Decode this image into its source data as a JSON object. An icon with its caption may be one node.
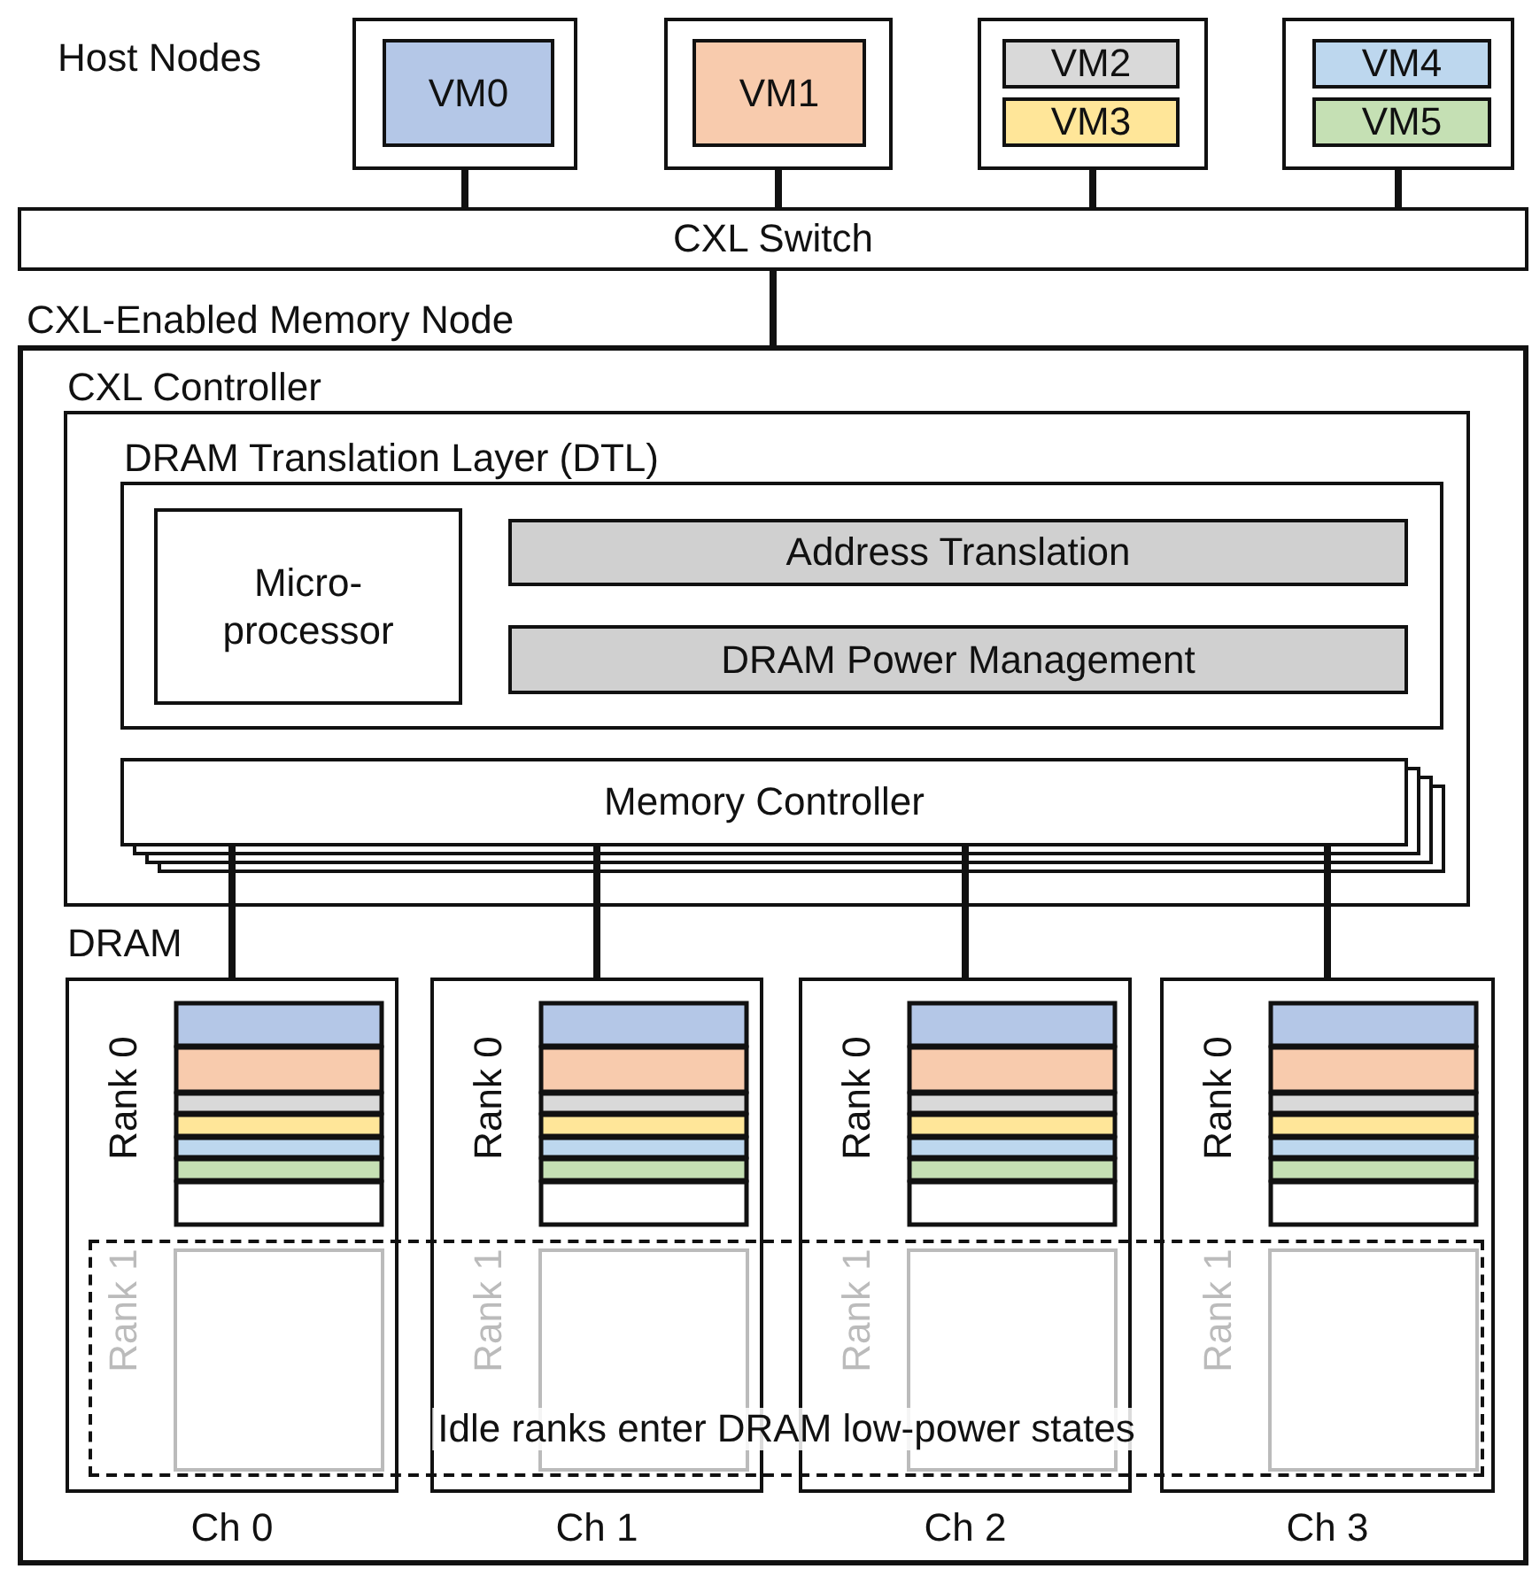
{
  "diagram": {
    "nodes": [
      {
        "text": [],
        "shape": "box"
      },
      {
        "text": [
          "VM0"
        ],
        "in": 0
      },
      {
        "text": [],
        "shape": "box"
      },
      {
        "text": [
          "VM1"
        ],
        "in": 2
      },
      {
        "text": [],
        "shape": "box"
      },
      {
        "text": [
          "VM2"
        ],
        "in": 4
      },
      {
        "text": [
          "VM3"
        ],
        "in": 4
      },
      {
        "text": [],
        "shape": "box"
      },
      {
        "text": [
          "VM4"
        ],
        "in": 7
      },
      {
        "text": [
          "VM5"
        ],
        "in": 7
      },
      {
        "text": [
          "CXL Switch"
        ]
      },
      {
        "text": [
          "CXL-Enabled Memory Node"
        ]
      },
      {
        "text": [
          "CXL Controller"
        ],
        "in": 11
      },
      {
        "text": [
          "DRAM Translation Layer (DTL)"
        ],
        "in": 12
      },
      {
        "text": [
          "Micro-processor"
        ],
        "in": 13
      },
      {
        "text": [
          "Address Translation"
        ],
        "in": 13
      },
      {
        "text": [
          "DRAM Power Management"
        ],
        "in": 13
      },
      {
        "text": [
          "Memory Controller"
        ],
        "in": 12
      },
      {
        "text": [
          "Rank 0",
          "Rank 1"
        ],
        "beside": [
          "Ch 0"
        ],
        "in": 11
      },
      {
        "text": [
          "Rank 0",
          "Rank 1"
        ],
        "beside": [
          "Ch 1"
        ],
        "in": 11
      },
      {
        "text": [
          "Rank 0",
          "Rank 1"
        ],
        "beside": [
          "Ch 2"
        ],
        "in": 11
      },
      {
        "text": [
          "Rank 0",
          "Rank 1"
        ],
        "beside": [
          "Ch 3"
        ],
        "in": 11
      },
      {
        "text": [
          "Idle ranks enter DRAM low-power states"
        ],
        "in": 11
      }
    ],
    "edges": [
      {
        "from": 0,
        "to": 10,
        "arrow": "none"
      },
      {
        "from": 2,
        "to": 10,
        "arrow": "none"
      },
      {
        "from": 4,
        "to": 10,
        "arrow": "none"
      },
      {
        "from": 7,
        "to": 10,
        "arrow": "none"
      },
      {
        "from": 10,
        "to": 11,
        "arrow": "none"
      },
      {
        "from": 17,
        "to": 18,
        "arrow": "none"
      },
      {
        "from": 17,
        "to": 19,
        "arrow": "none"
      },
      {
        "from": 17,
        "to": 20,
        "arrow": "none"
      },
      {
        "from": 17,
        "to": 21,
        "arrow": "none"
      }
    ],
    "labels": [
      "Host Nodes",
      "DRAM"
    ]
  }
}
